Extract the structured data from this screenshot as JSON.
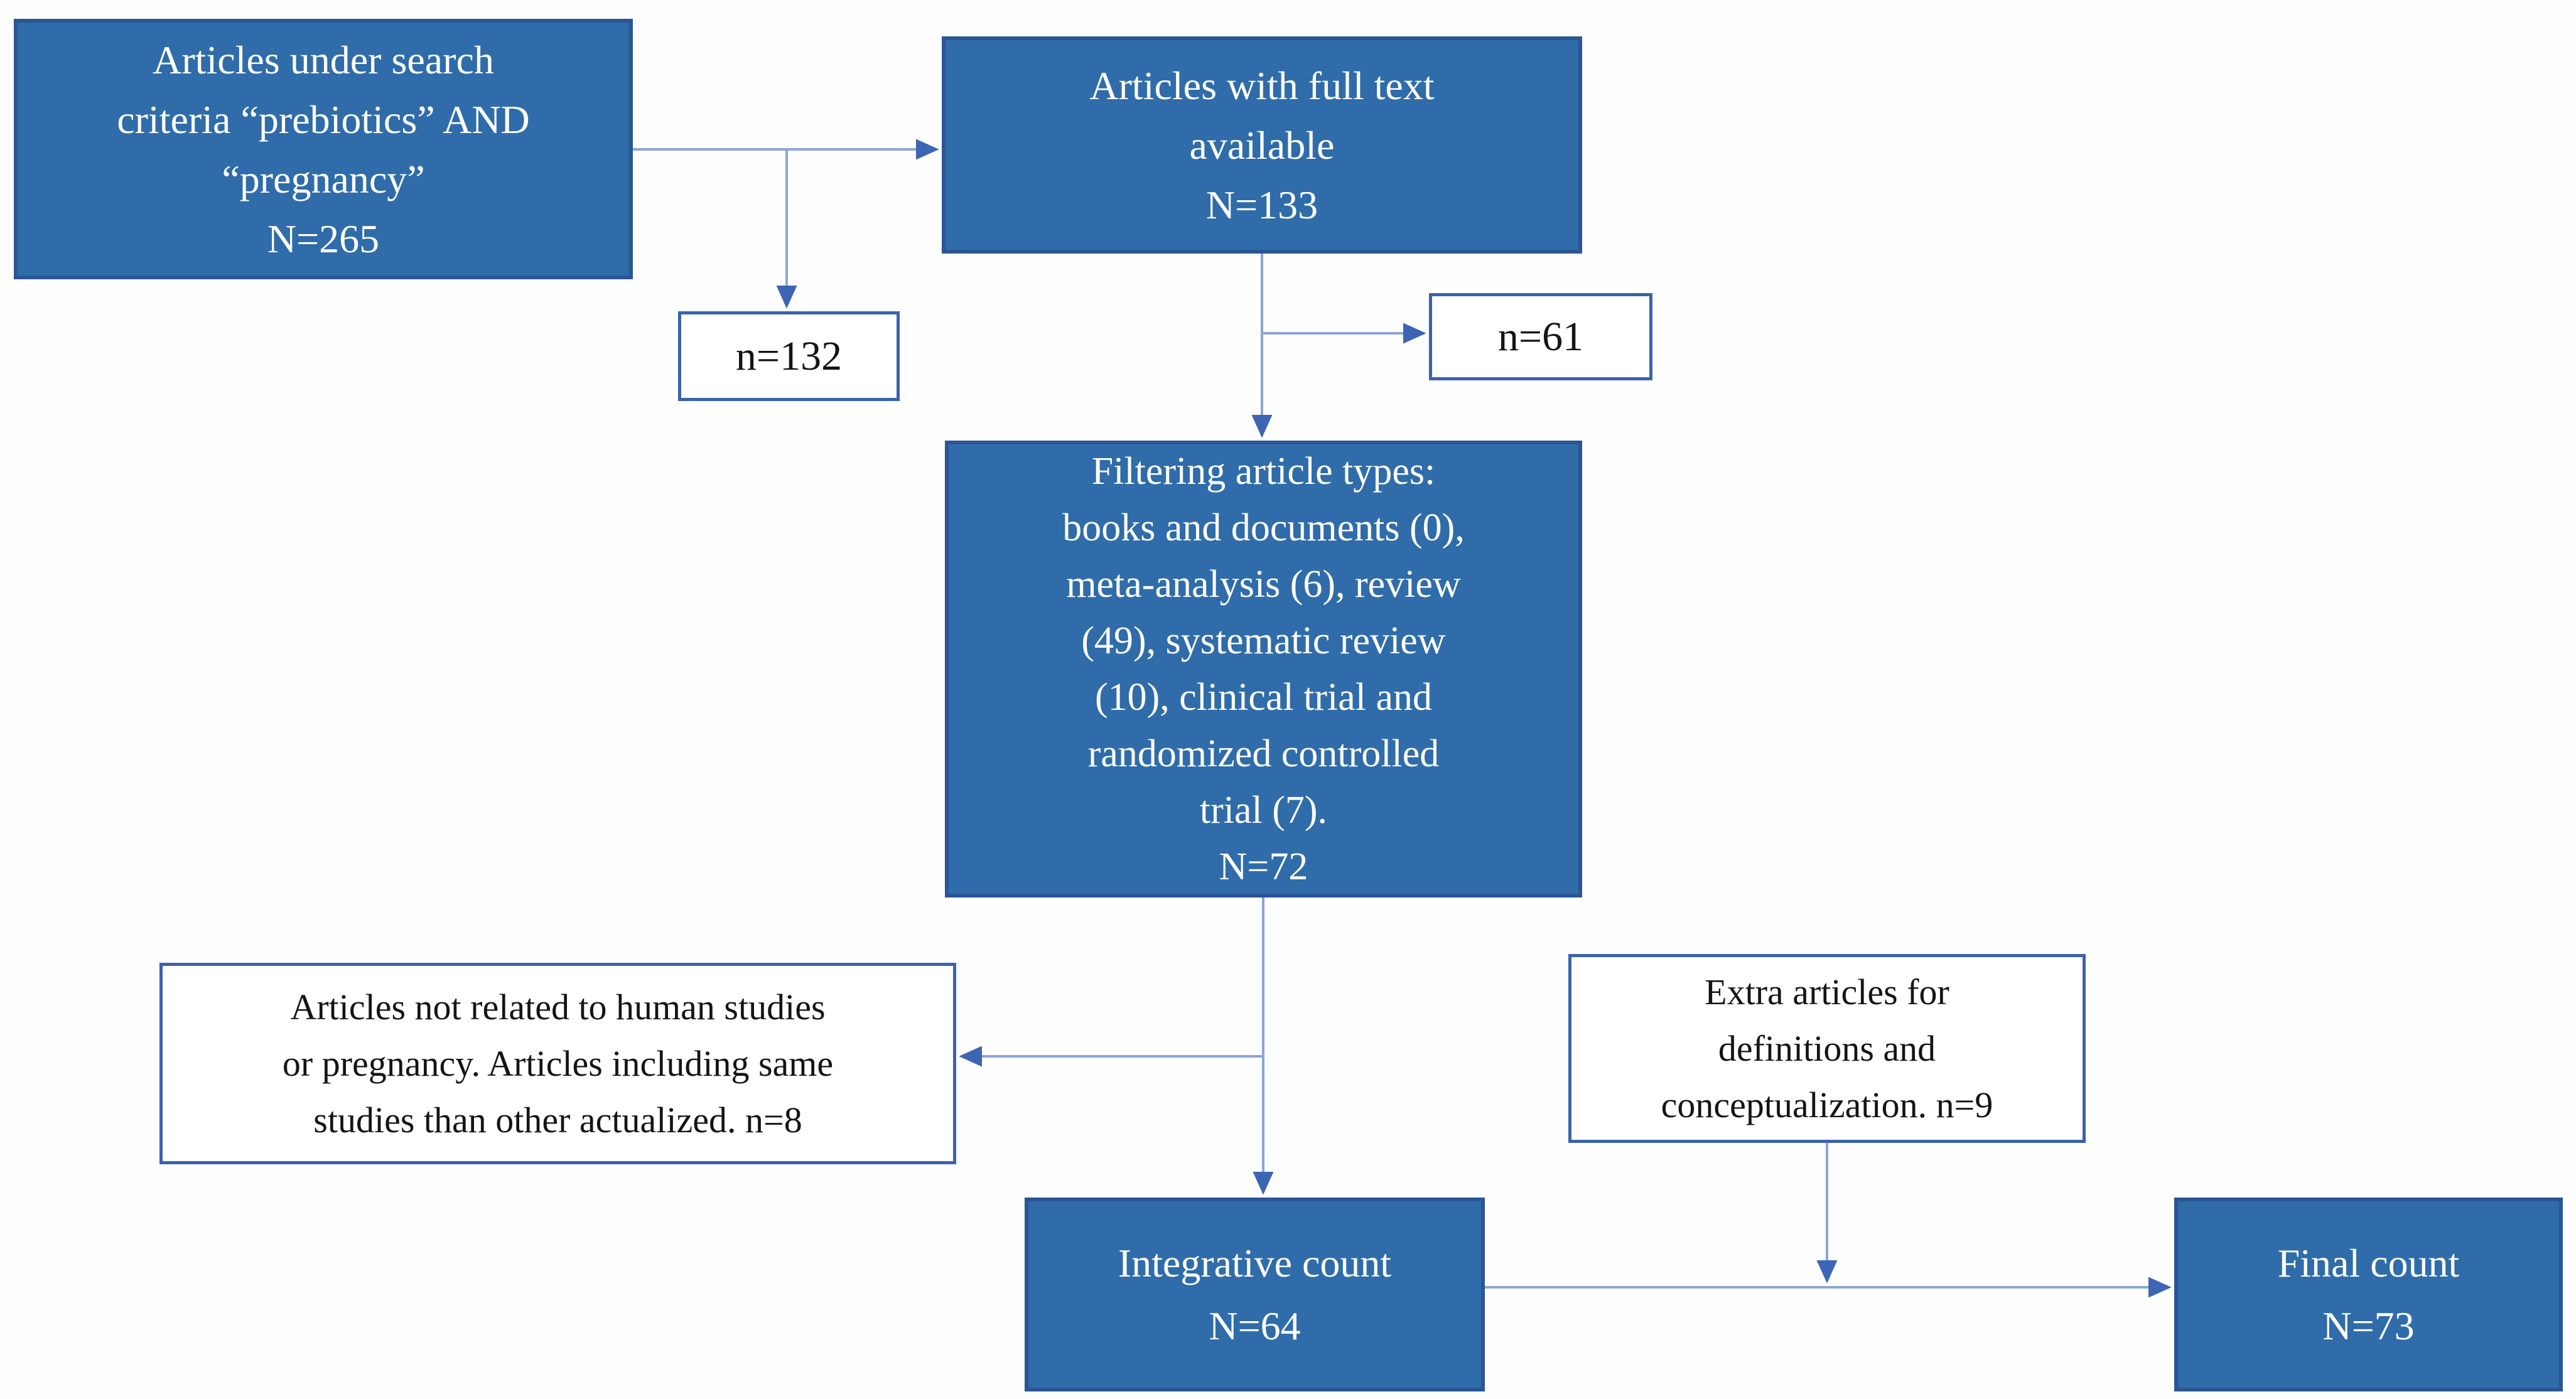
{
  "theme": {
    "colors": {
      "box_fill": "#2F6CA9",
      "box_border": "#2B5594",
      "outline_border": "#3B62AD",
      "line": "#8CA5D7",
      "arrow": "#3E64B4",
      "box_text": "#FFFFFF",
      "outline_text": "#141414",
      "background": "#FEFEFE"
    }
  },
  "diagram": {
    "type": "flowchart",
    "boxes": {
      "search_criteria": {
        "text": "Articles under search\ncriteria “prebiotics” AND\n“pregnancy”\nN=265",
        "count": "N=265",
        "variant": "filled"
      },
      "full_text": {
        "text": "Articles with full text\navailable\nN=133",
        "count": "N=133",
        "variant": "filled"
      },
      "excluded_132": {
        "text": "n=132",
        "count": "n=132",
        "variant": "outline"
      },
      "excluded_61": {
        "text": "n=61",
        "count": "n=61",
        "variant": "outline"
      },
      "filtering": {
        "text": "Filtering article types:\nbooks and documents (0),\nmeta-analysis (6), review\n(49), systematic review\n(10), clinical trial and\nrandomized controlled\ntrial (7).\nN=72",
        "count": "N=72",
        "variant": "filled"
      },
      "not_human": {
        "text": "Articles not related to human studies\nor pregnancy. Articles including same\nstudies than other actualized. n=8",
        "count": "n=8",
        "variant": "outline"
      },
      "extra_articles": {
        "text": "Extra articles for\ndefinitions and\nconceptualization. n=9",
        "count": "n=9",
        "variant": "outline"
      },
      "integrative_count": {
        "text": "Integrative count\nN=64",
        "count": "N=64",
        "variant": "filled"
      },
      "final_count": {
        "text": "Final count\nN=73",
        "count": "N=73",
        "variant": "filled"
      }
    },
    "edges": [
      {
        "from": "search_criteria",
        "to": "full_text"
      },
      {
        "from": "search_criteria",
        "to": "excluded_132"
      },
      {
        "from": "full_text",
        "to": "filtering"
      },
      {
        "from": "full_text",
        "to": "excluded_61"
      },
      {
        "from": "filtering",
        "to": "integrative_count"
      },
      {
        "from": "filtering",
        "to": "not_human"
      },
      {
        "from": "extra_articles",
        "to": "integrative_to_final_junction"
      },
      {
        "from": "integrative_count",
        "to": "final_count"
      }
    ]
  }
}
